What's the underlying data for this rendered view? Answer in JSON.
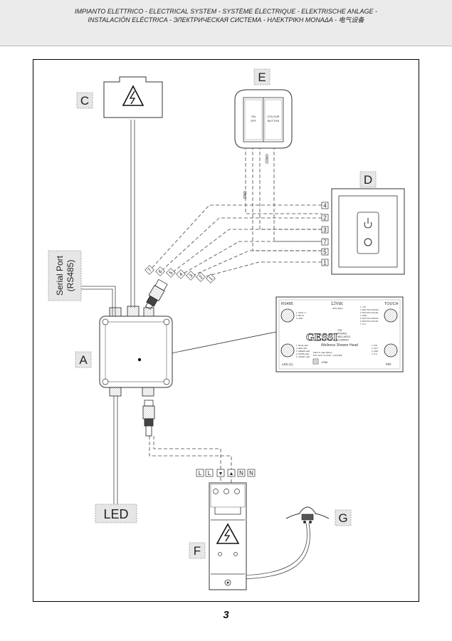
{
  "header": {
    "line1": "IMPIANTO ELETTRICO - ELECTRICAL SYSTEM - SYSTÈME ÉLECTRIQUE - ELEKTRISCHE ANLAGE -",
    "line2": "INSTALACIÓN ELÉCTRICA - ЭЛЕКТРИЧЕСКАЯ СИСТЕМА - ΗΛΕΚΤΡΙΚΗ ΜΟΝΑΔΑ - 电气设备"
  },
  "page_number": "3",
  "labels": {
    "a": "A",
    "c": "C",
    "d": "D",
    "e": "E",
    "f": "F",
    "g": "G",
    "led": "LED",
    "serial_port": "Serial Port",
    "serial_rs485": "(RS485)"
  },
  "switch_panel": {
    "left_button": [
      "ON",
      "OFF"
    ],
    "right_button": [
      "COLOUR",
      "BUTTON"
    ],
    "wire_gnd": "GND",
    "wire_gnd2": "GND2"
  },
  "terminals_d": [
    "4",
    "2",
    "3",
    "7",
    "5",
    "1"
  ],
  "connector_pins": [
    "7",
    "6",
    "5",
    "4",
    "3",
    "2",
    "1"
  ],
  "power_terminals": [
    "L",
    "L",
    "▼",
    "▲",
    "N",
    "N"
  ],
  "label_plate": {
    "rs485": "RS485",
    "voltage": "12Vdc",
    "voltage_sub": "20W (Max)",
    "touch": "TOUCH",
    "rs485_pins": [
      "1. DATA- A",
      "2. DB- B",
      "3. GND"
    ],
    "touch_pins": [
      "1. +5V",
      "2. BUTTON ON/OFF",
      "3. BUTTON COLOR",
      "4. GND",
      "5. BUTTON ON/OFF",
      "6. BUTTON COLOR",
      "7. N.C."
    ],
    "brand": "GESSI",
    "brand_lines": [
      "THE",
      "PRIVATE",
      "WELLNESS",
      "COMPANY"
    ],
    "product": "Wellness Shower Head",
    "led_pins": [
      "1. BLUE LED",
      "2. RED LED",
      "3. GREEN LED",
      "4. WHITE LED",
      "5. COMM. LED"
    ],
    "pir_pins": [
      "1. PIR",
      "2. OUT",
      "3. GND",
      "4. N.C."
    ],
    "code_line1": "PART N. GEL-###-01",
    "code_line2": "P/N: 0123: F1-0T0G - F1017908",
    "ip": "IP66",
    "led_label": "LED (1)",
    "pir_label": "PIR"
  }
}
